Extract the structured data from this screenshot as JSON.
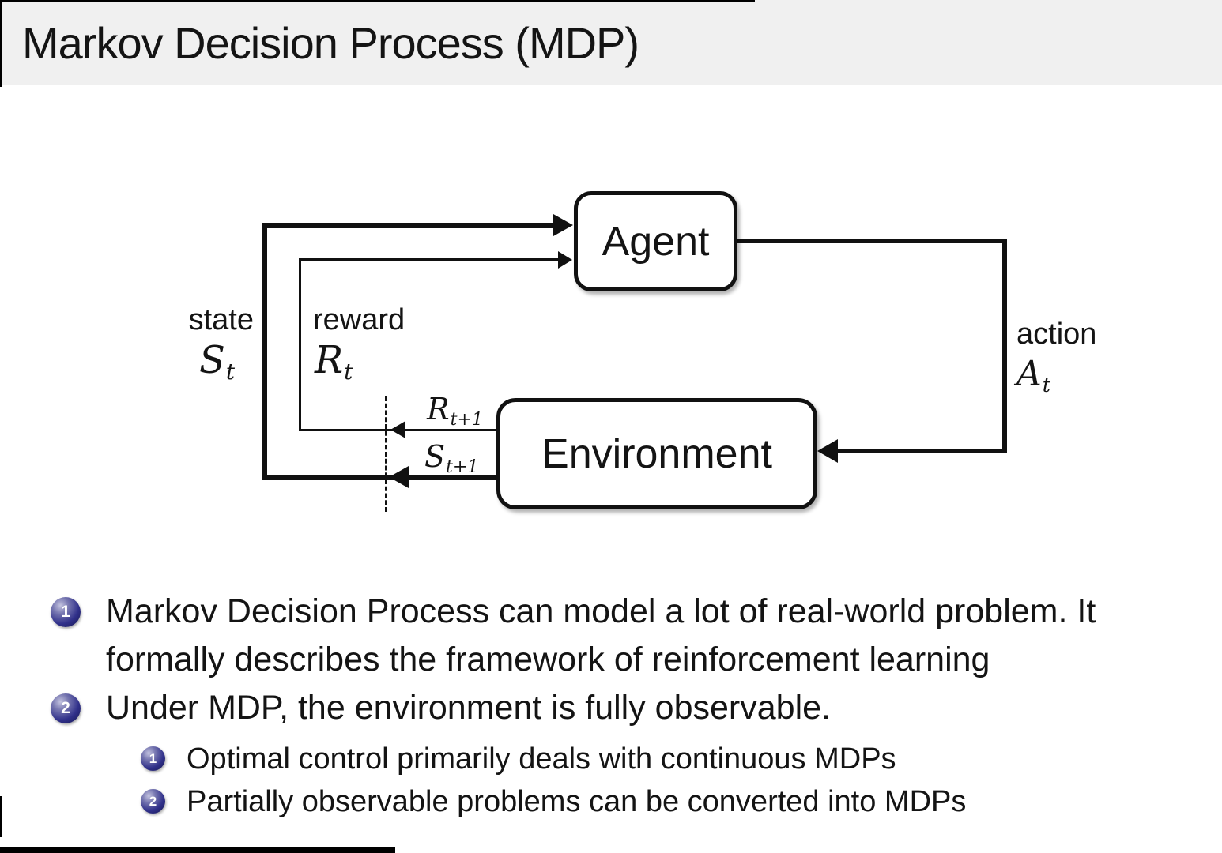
{
  "title": "Markov Decision Process (MDP)",
  "colors": {
    "title_bar": "#f0f0f0",
    "diagram_line": "#111111",
    "bullet_ball": "#30308a",
    "text": "#141414"
  },
  "diagram": {
    "agent_label": "Agent",
    "environment_label": "Environment",
    "state": {
      "word": "state",
      "sym": "S",
      "sub": "t"
    },
    "reward": {
      "word": "reward",
      "sym": "R",
      "sub": "t"
    },
    "action": {
      "word": "action",
      "sym": "A",
      "sub": "t"
    },
    "reward_next": {
      "sym": "R",
      "sub": "t+1"
    },
    "state_next": {
      "sym": "S",
      "sub": "t+1"
    }
  },
  "bullets": [
    {
      "num": "1",
      "lines": [
        "Markov Decision Process can model a lot of real-world problem. It",
        "formally describes the framework of reinforcement learning"
      ]
    },
    {
      "num": "2",
      "lines": [
        "Under MDP, the environment is fully observable."
      ]
    }
  ],
  "sub_bullets": [
    {
      "num": "1",
      "text": "Optimal control primarily deals with continuous MDPs"
    },
    {
      "num": "2",
      "text": "Partially observable problems can be converted into MDPs"
    }
  ]
}
